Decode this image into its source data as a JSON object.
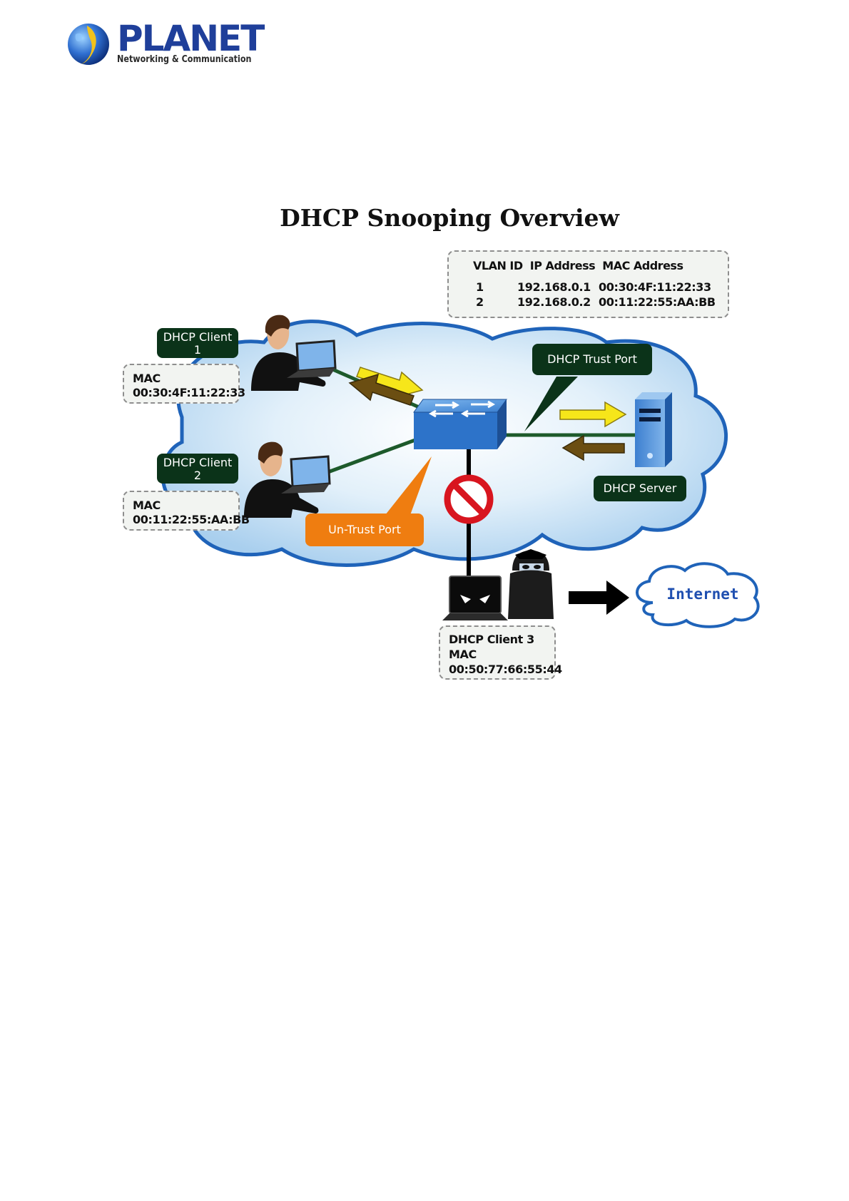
{
  "logo": {
    "brand": "PLANET",
    "tagline": "Networking & Communication"
  },
  "title": "DHCP Snooping Overview",
  "binding_table": {
    "headers": [
      "VLAN ID",
      "IP Address",
      "MAC Address"
    ],
    "rows": [
      {
        "vlan": "1",
        "ip": "192.168.0.1",
        "mac": "00:30:4F:11:22:33"
      },
      {
        "vlan": "2",
        "ip": "192.168.0.2",
        "mac": "00:11:22:55:AA:BB"
      }
    ]
  },
  "client1": {
    "label_line1": "DHCP Client",
    "label_line2": "1",
    "mac_label": "MAC",
    "mac": "00:30:4F:11:22:33"
  },
  "client2": {
    "label_line1": "DHCP Client",
    "label_line2": "2",
    "mac_label": "MAC",
    "mac": "00:11:22:55:AA:BB"
  },
  "client3": {
    "label": "DHCP Client 3",
    "mac_label": "MAC",
    "mac": "00:50:77:66:55:44"
  },
  "trust_port_label": "DHCP Trust Port",
  "untrust_port_label": "Un-Trust Port",
  "server_label": "DHCP Server",
  "internet_label": "Internet",
  "colors": {
    "brand_blue": "#1f3f9a",
    "label_dark_green": "#0b3319",
    "untrust_orange": "#ef7d10",
    "link_green": "#1d5a2b",
    "arrow_yellow": "#f6e61a",
    "arrow_brown": "#6b4e12",
    "block_red": "#d8151f",
    "cloud_blue": "#c6e0f3"
  },
  "icons": [
    "globe-icon",
    "switch-icon",
    "server-icon",
    "laptop-icon",
    "user-icon",
    "hacker-icon",
    "no-entry-icon",
    "cloud-icon"
  ]
}
